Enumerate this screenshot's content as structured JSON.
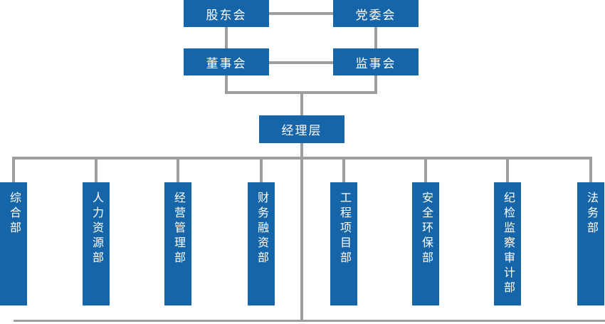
{
  "diagram": {
    "type": "org-chart",
    "colors": {
      "node_fill": "#1565a8",
      "node_text": "#ffffff",
      "connector": "#9e9e9e",
      "background": "#ffffff"
    },
    "nodes": {
      "shareholders": "股东会",
      "party_committee": "党委会",
      "board_of_directors": "董事会",
      "supervisory_board": "监事会",
      "management": "经理层"
    },
    "departments": [
      {
        "label": "综合部"
      },
      {
        "label": "人力资源部"
      },
      {
        "label": "经营管理部"
      },
      {
        "label": "财务融资部"
      },
      {
        "label": "工程项目部"
      },
      {
        "label": "安全环保部"
      },
      {
        "label": "纪检监察审计部"
      },
      {
        "label": "法务部"
      }
    ]
  }
}
